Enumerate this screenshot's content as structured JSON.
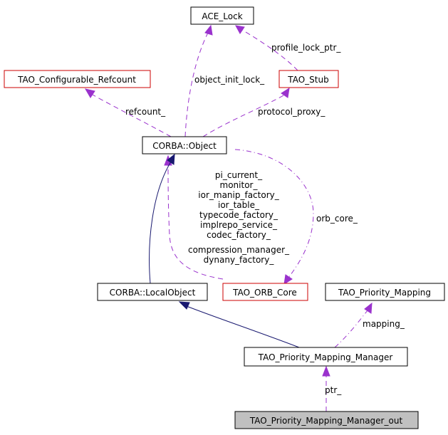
{
  "colors": {
    "inheritance": "#191970",
    "usage": "#9a32cd",
    "node_border": "#000000",
    "undocumented_border": "#cc0000",
    "focus_fill": "#c0c0c0"
  },
  "nodes": {
    "ace_lock": "ACE_Lock",
    "tao_configurable_refcount": "TAO_Configurable_Refcount",
    "tao_stub": "TAO_Stub",
    "corba_object": "CORBA::Object",
    "corba_localobject": "CORBA::LocalObject",
    "tao_orb_core": "TAO_ORB_Core",
    "tao_priority_mapping": "TAO_Priority_Mapping",
    "tao_priority_mapping_manager": "TAO_Priority_Mapping_Manager",
    "tao_priority_mapping_manager_out": "TAO_Priority_Mapping_Manager_out"
  },
  "edge_labels": {
    "profile_lock_ptr": "profile_lock_ptr_",
    "object_init_lock": "object_init_lock_",
    "refcount": "refcount_",
    "protocol_proxy": "protocol_proxy_",
    "orb_core": "orb_core_",
    "mapping": "mapping_",
    "ptr": "ptr_",
    "orb_core_back": [
      "pi_current_",
      "monitor_",
      "ior_manip_factory_",
      "ior_table_",
      "typecode_factory_",
      "implrepo_service_",
      "codec_factory_",
      "compression_manager_",
      "dynany_factory_"
    ]
  }
}
